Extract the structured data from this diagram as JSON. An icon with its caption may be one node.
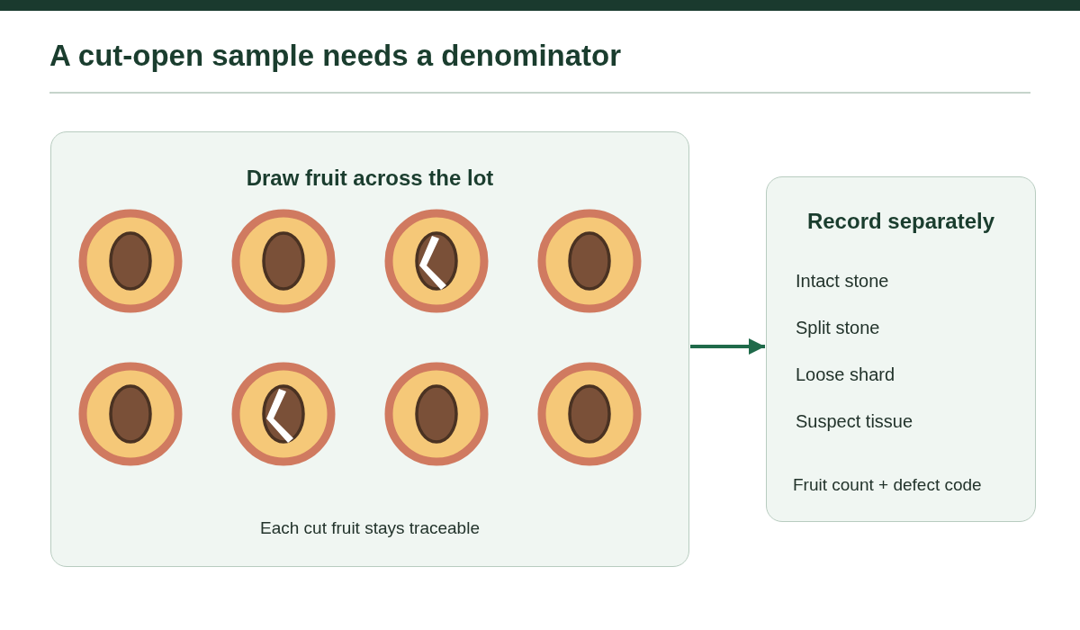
{
  "diagram": {
    "title": "A cut-open sample needs a denominator",
    "nodes": [
      {
        "text": [
          "Draw fruit across the lot",
          "Each cut fruit stays traceable"
        ]
      },
      {
        "text": [
          "Record separately",
          "Intact stone",
          "Split stone",
          "Loose shard",
          "Suspect tissue",
          "Fruit count + defect code"
        ]
      }
    ],
    "edges": [
      {
        "from": 0,
        "to": 1,
        "arrow": "to"
      }
    ]
  }
}
